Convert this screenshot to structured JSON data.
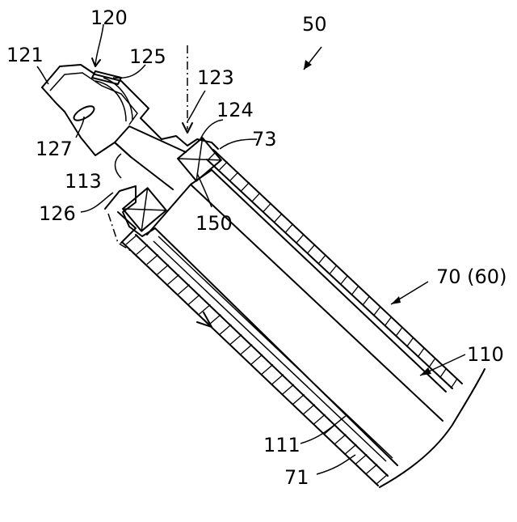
{
  "labels": {
    "l50": "50",
    "l120": "120",
    "l121": "121",
    "l125": "125",
    "l123": "123",
    "l124": "124",
    "l73": "73",
    "l127": "127",
    "l113": "113",
    "l126": "126",
    "l150": "150",
    "l70": "70 (60)",
    "l110": "110",
    "l111": "111",
    "l71": "71"
  }
}
